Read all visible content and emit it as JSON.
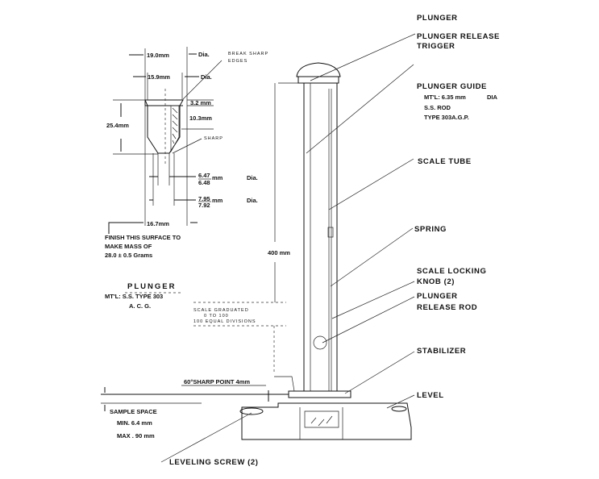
{
  "detail": {
    "dim_19": "19.0mm",
    "dia_1": "Dia.",
    "break_edges_1": "BREAK SHARP",
    "break_edges_2": "EDGES",
    "dim_15_9": "15.9mm",
    "dia_2": "Dia.",
    "dim_3_2": "3.2 mm",
    "dim_10_3": "10.3mm",
    "dim_25_4": "25.4mm",
    "sharp": "SHARP",
    "dim_647": "6.47",
    "dim_648": "6.48",
    "mm_1": "mm",
    "dia_3": "Dia.",
    "dim_795": "7.95",
    "dim_792": "7.92",
    "mm_2": "mm",
    "dia_4": "Dia.",
    "dim_16_7": "16.7mm",
    "finish_1": "FINISH THIS SURFACE TO",
    "finish_2": "MAKE  MASS OF",
    "finish_3": "28.0 ± 0.5 Grams",
    "plunger_title": "PLUNGER",
    "plunger_mtl": "MT'L: S.S. TYPE 303",
    "plunger_acg": "A. C. G."
  },
  "assembly": {
    "height": "400 mm",
    "scale_1": "SCALE  GRADUATED",
    "scale_2": "0  TO 100",
    "scale_3": "100 EQUAL  DIVISIONS",
    "sharp_point": "60°SHARP POINT  4mm",
    "sample_space": "SAMPLE SPACE",
    "min": "MIN. 6.4 mm",
    "max": "MAX . 90 mm",
    "leveling_screw": "LEVELING SCREW (2)"
  },
  "callouts": {
    "plunger": "PLUNGER",
    "release_trigger_1": "PLUNGER RELEASE",
    "release_trigger_2": "TRIGGER",
    "guide": "PLUNGER GUIDE",
    "guide_mtl": "MT'L: 6.35 mm",
    "guide_dia": "DIA",
    "guide_rod": "S.S. ROD",
    "guide_type": "TYPE 303A.G.P.",
    "scale_tube": "SCALE TUBE",
    "spring": "SPRING",
    "locking_1": "SCALE LOCKING",
    "locking_2": "KNOB (2)",
    "release_rod_1": "PLUNGER",
    "release_rod_2": "RELEASE ROD",
    "stabilizer": "STABILIZER",
    "level": "LEVEL"
  }
}
